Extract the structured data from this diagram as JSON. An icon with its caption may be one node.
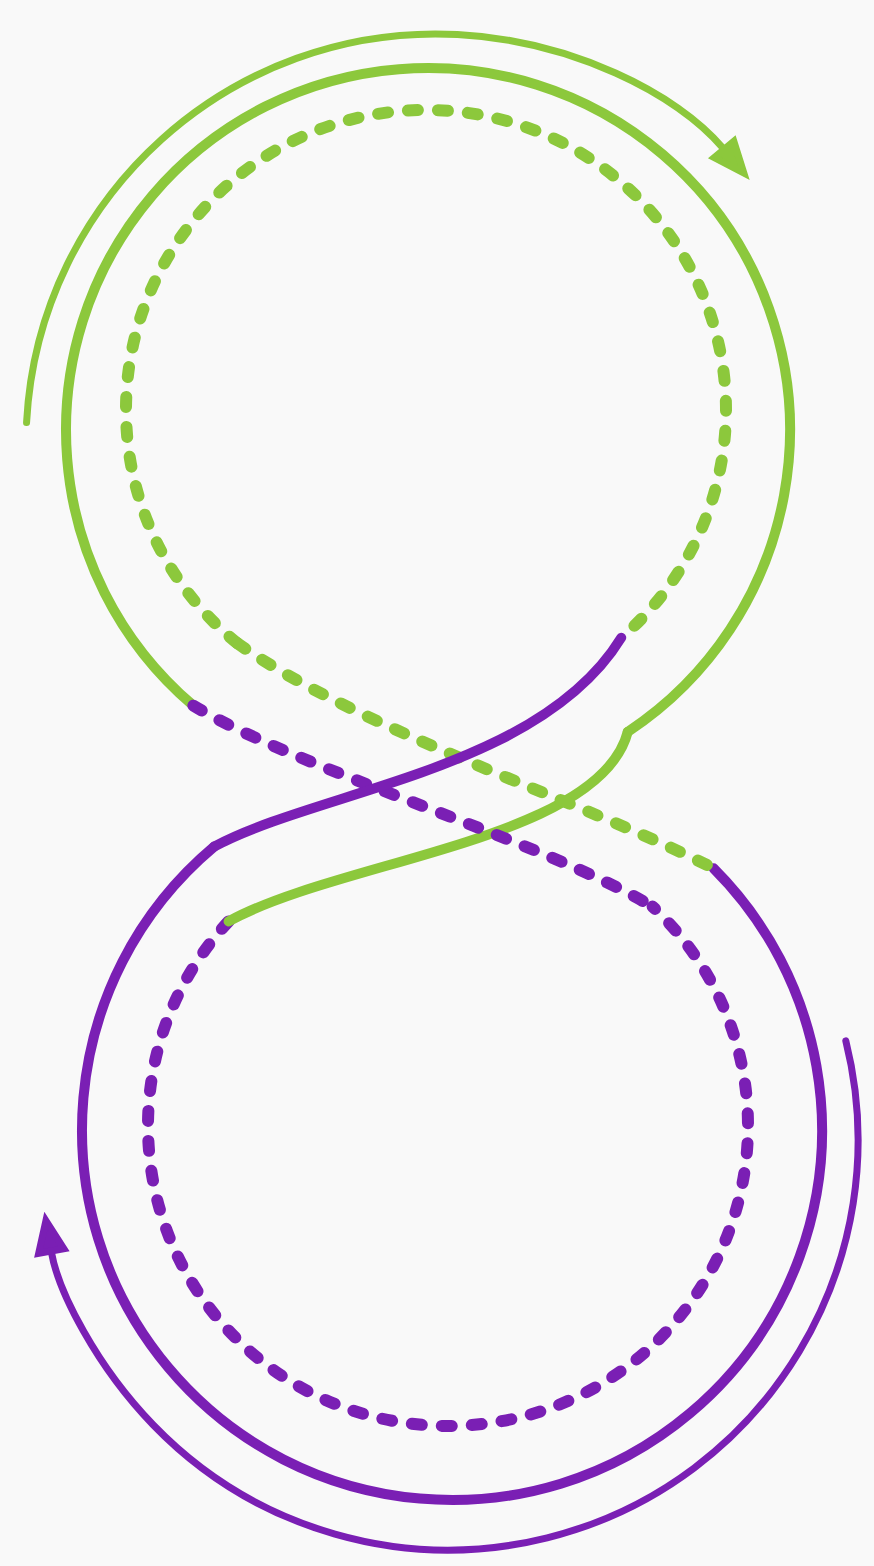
{
  "diagram": {
    "nodes": [
      {
        "text": [],
        "shape": "circle"
      },
      {
        "text": [],
        "shape": "circle"
      }
    ],
    "edges": [
      {
        "from": 0,
        "to": 1,
        "arrow": "none",
        "color": "#8cc83c"
      },
      {
        "from": 0,
        "to": 1,
        "arrow": "none",
        "style": "dashed",
        "color": "#7a1fb4"
      },
      {
        "from": 0,
        "to": 1,
        "arrow": "none",
        "style": "dashed",
        "color": "#8cc83c"
      },
      {
        "from": 0,
        "to": 1,
        "arrow": "none",
        "color": "#7a1fb4"
      }
    ]
  }
}
